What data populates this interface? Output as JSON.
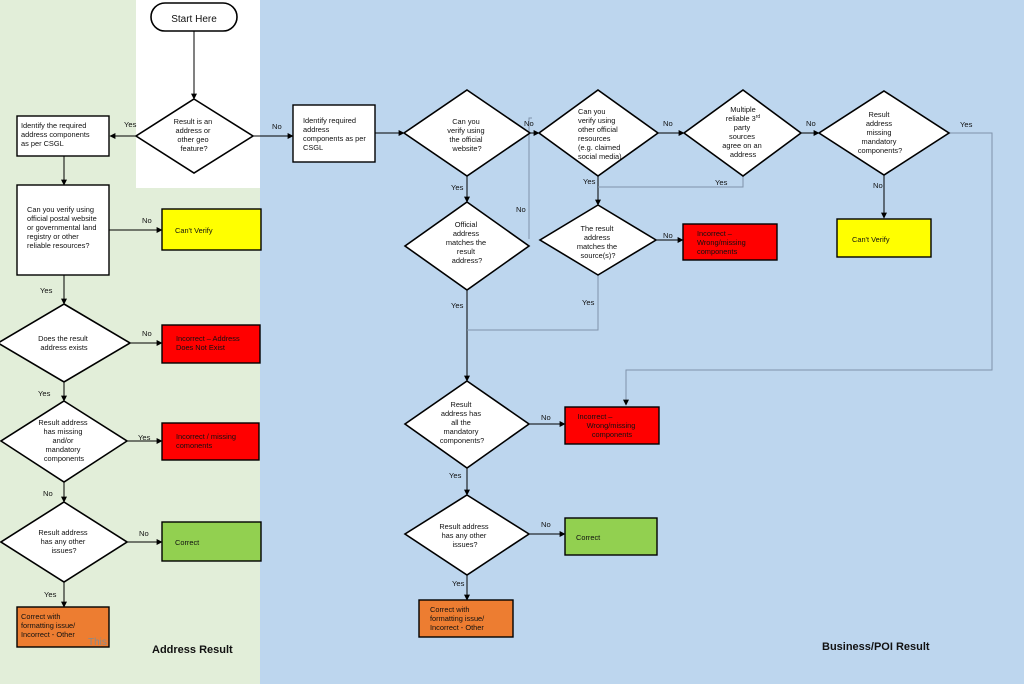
{
  "regions": {
    "address_title": "Address Result",
    "business_title": "Business/POI Result"
  },
  "colors": {
    "green_panel": "#e2eed9",
    "blue_panel": "#bdd6ee",
    "yellow": "#ffff00",
    "red": "#ff0000",
    "green": "#92d050",
    "orange": "#ed7d31",
    "node_border": "#000000",
    "blue_line": "#7f93aa"
  },
  "nodes": {
    "start": "Start Here",
    "d_geo": [
      "Result is an",
      "address or",
      "other geo",
      "feature?"
    ],
    "a_identify": [
      "Identify the required",
      "address components",
      "as per CSGL"
    ],
    "b_identify": [
      "Identify required",
      "address",
      "components as per",
      "CSGL"
    ],
    "a_verify": [
      "Can you verify using",
      "official postal website",
      "or governmental land",
      "registry or other",
      "reliable resources?"
    ],
    "a_cant": "Can't Verify",
    "a_exists": [
      "Does the result",
      "address exists"
    ],
    "a_not_exist": [
      "Incorrect – Address",
      "Does Not Exist"
    ],
    "a_missing": [
      "Result address",
      "has missing",
      "and/or",
      "mandatory",
      "components"
    ],
    "a_incorrect_missing": [
      "Incorrect / missing",
      "comonents"
    ],
    "a_other": [
      "Result address",
      "has any other",
      "issues?"
    ],
    "a_correct": "Correct",
    "a_formatting": [
      "Correct with",
      "formatting issue/",
      "Incorrect - Other"
    ],
    "a_watermark": "This",
    "b_official": [
      "Can you",
      "verify using",
      "the official",
      "website?"
    ],
    "b_other_res": [
      "Can you",
      "verify using",
      "other official",
      "resources",
      "(e.g. claimed",
      "social media)"
    ],
    "b_multiple_1": "Multiple",
    "b_multiple_2": "reliable 3",
    "b_multiple_sup": "rd",
    "b_multiple_3": [
      "party",
      "sources",
      "agree on an",
      "address"
    ],
    "b_missing_mand": [
      "Result",
      "address",
      "missing",
      "mandatory",
      "components?"
    ],
    "b_cant": "Can't Verify",
    "b_official_match": [
      "Official",
      "address",
      "matches the",
      "result",
      "address?"
    ],
    "b_source_match": [
      "The result",
      "address",
      "matches the",
      "source(s)?"
    ],
    "b_wrong1": [
      "Incorrect –",
      "Wrong/missing",
      "components"
    ],
    "b_all_mand": [
      "Result",
      "address has",
      "all the",
      "mandatory",
      "components?"
    ],
    "b_wrong2": [
      "Incorrect –",
      "Wrong/missing",
      "components"
    ],
    "b_other": [
      "Result address",
      "has any other",
      "issues?"
    ],
    "b_correct": "Correct",
    "b_formatting": [
      "Correct with",
      "formatting issue/",
      "Incorrect - Other"
    ]
  },
  "edge_labels": {
    "geo_yes": "Yes",
    "geo_no": "No",
    "a_verify_no": "No",
    "a_verify_yes": "Yes",
    "a_exists_no": "No",
    "a_exists_yes": "Yes",
    "a_missing_yes": "Yes",
    "a_missing_no": "No",
    "a_other_no": "No",
    "a_other_yes": "Yes",
    "b_official_no": "No",
    "b_official_yes": "Yes",
    "b_other_no": "No",
    "b_other_yes": "Yes",
    "b_multiple_no": "No",
    "b_multiple_yes": "Yes",
    "b_missing_yes": "Yes",
    "b_missing_no": "No",
    "b_official_match_no": "No",
    "b_official_match_yes": "Yes",
    "b_source_no": "No",
    "b_source_yes": "Yes",
    "b_all_no": "No",
    "b_all_yes": "Yes",
    "b_other2_no": "No",
    "b_other2_yes": "Yes"
  }
}
